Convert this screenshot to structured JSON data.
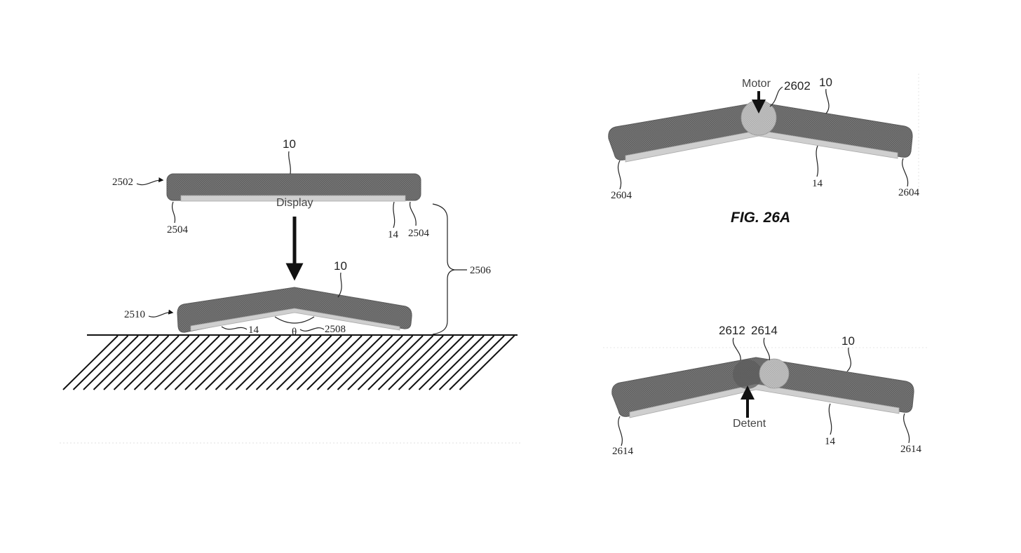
{
  "figures": {
    "fig25": {
      "top_device": {
        "device_ref": "10",
        "state_ref": "2502",
        "display_label": "Display",
        "left_edge_ref": "2504",
        "right_edge_ref": "2504",
        "display_ref": "14"
      },
      "bracket_ref": "2506",
      "bottom_device": {
        "device_ref": "10",
        "state_ref": "2510",
        "display_ref": "14",
        "angle_symbol": "θ",
        "angle_ref": "2508"
      }
    },
    "fig26a": {
      "caption": "FIG. 26A",
      "motor_label": "Motor",
      "hinge_ref": "2602",
      "device_ref": "10",
      "display_ref": "14",
      "left_edge_ref": "2604",
      "right_edge_ref": "2604"
    },
    "fig26b": {
      "detent_label": "Detent",
      "detent_ref": "2612",
      "hinge_ref": "2614",
      "device_ref": "10",
      "display_ref": "14",
      "left_edge_ref": "2614",
      "right_edge_ref": "2614"
    }
  },
  "colors": {
    "device_body": "#6f6f6f",
    "display_strip": "#cfcfcf",
    "hinge": "#bdbdbd",
    "ground_hatch": "#111111"
  }
}
